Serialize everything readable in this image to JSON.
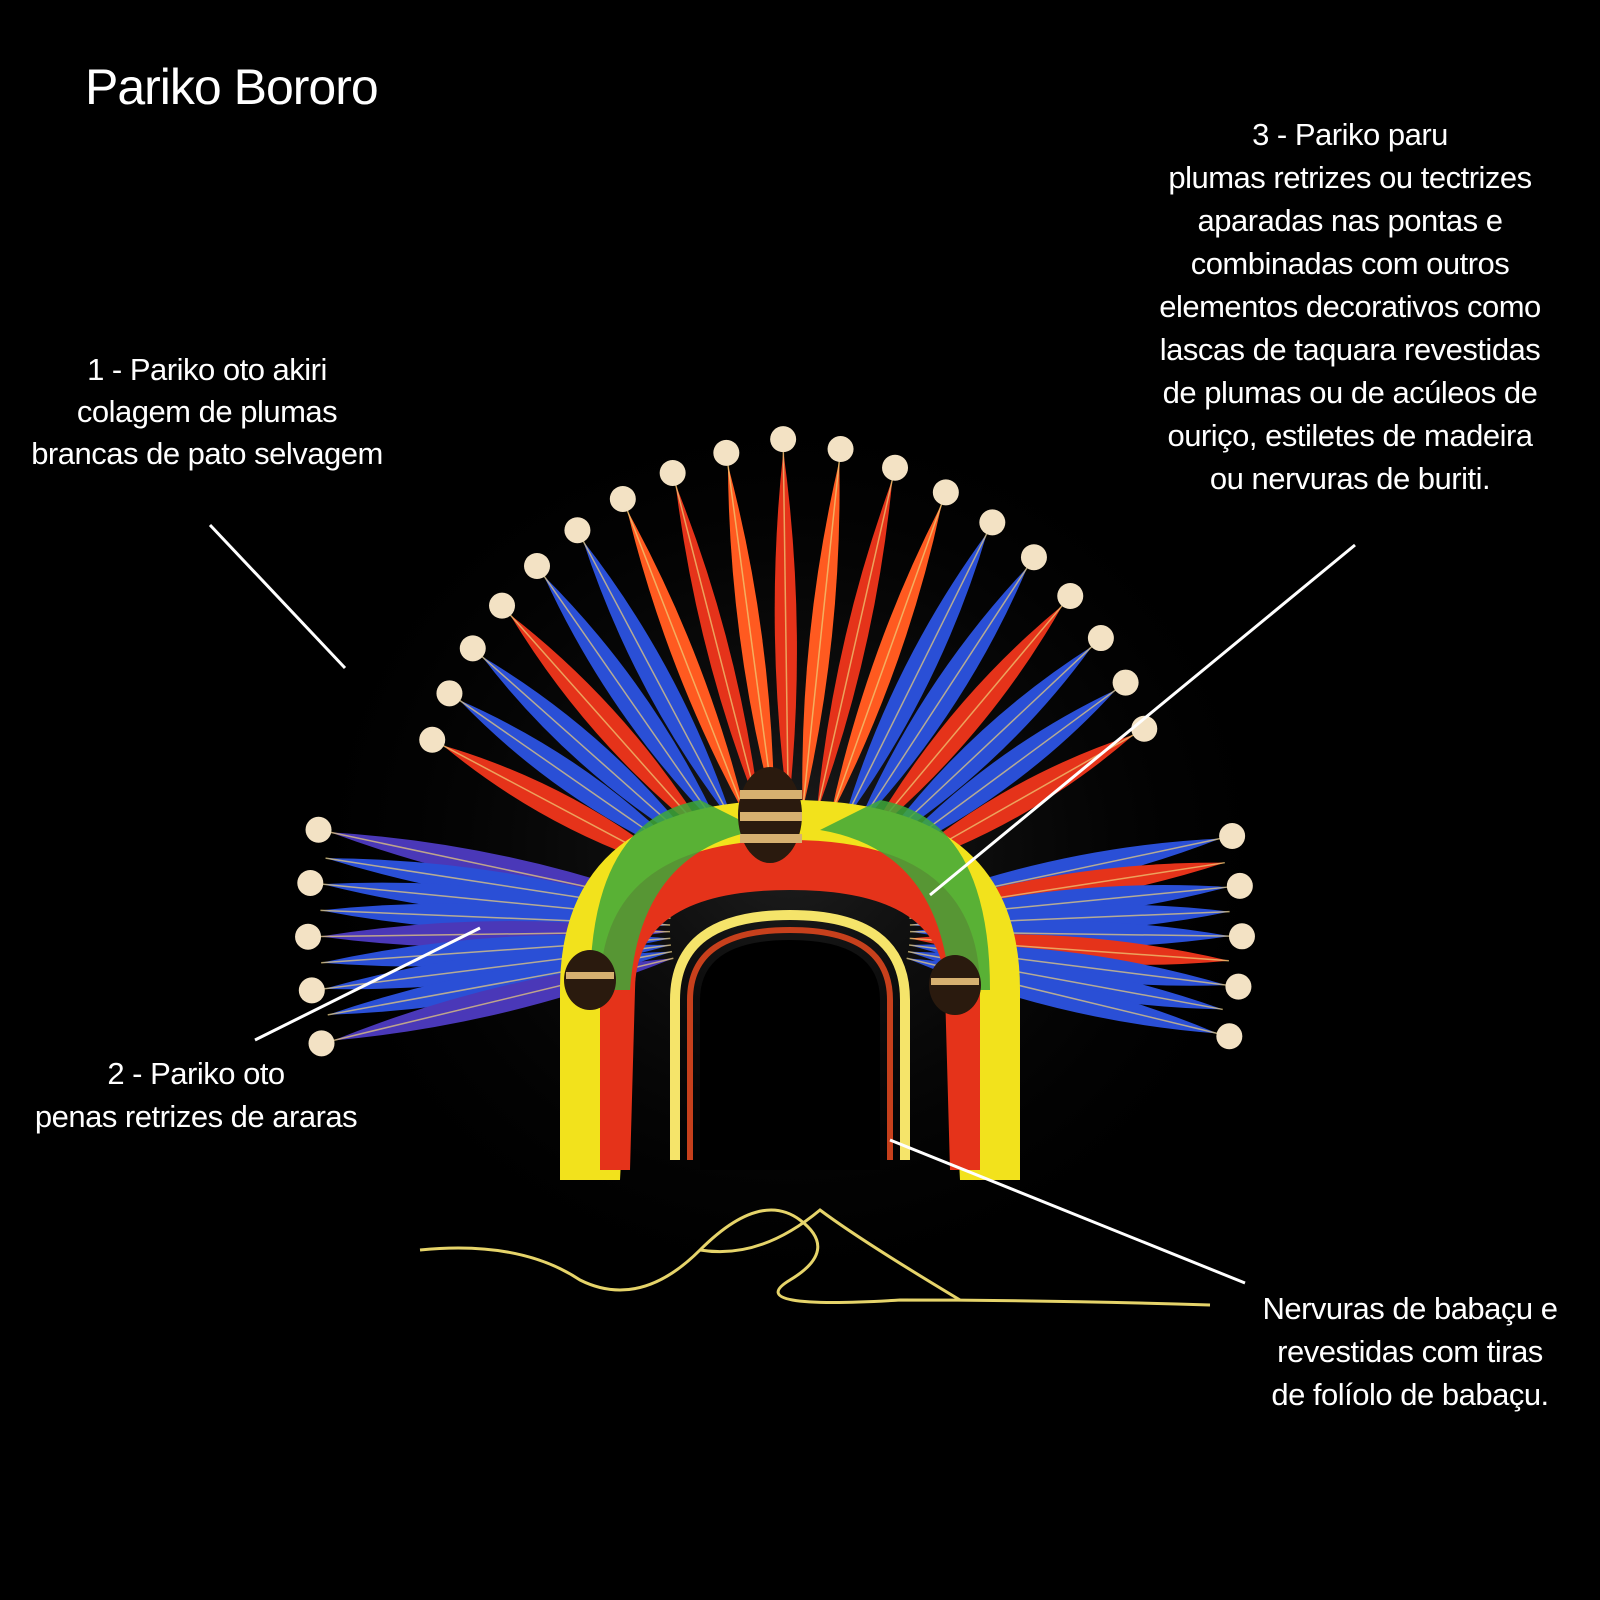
{
  "title": "Pariko Bororo",
  "annotations": [
    {
      "id": "a1",
      "lines": [
        "1 - Pariko oto akiri",
        "colagem de plumas",
        "brancas de pato selvagem"
      ]
    },
    {
      "id": "a2",
      "lines": [
        "2 - Pariko oto",
        "penas retrizes de araras"
      ]
    },
    {
      "id": "a3",
      "lines": [
        "3 - Pariko paru",
        "plumas retrizes ou tectrizes",
        "aparadas nas pontas e",
        "combinadas com outros",
        "elementos decorativos como",
        "lascas de taquara revestidas",
        "de plumas ou de acúleos de",
        "ouriço, estiletes de madeira",
        "ou nervuras de buriti."
      ]
    },
    {
      "id": "a4",
      "lines": [
        "Nervuras de babaçu e",
        "revestidas com tiras",
        "de folíolo de babaçu."
      ]
    }
  ],
  "colors": {
    "background": "#000000",
    "text": "#ffffff",
    "macaw_blue": "#2a4fd6",
    "macaw_red": "#e5331a",
    "parrot_green": "#3ea83a",
    "yellow": "#f2e21c",
    "down_white": "#f3e2c4"
  }
}
